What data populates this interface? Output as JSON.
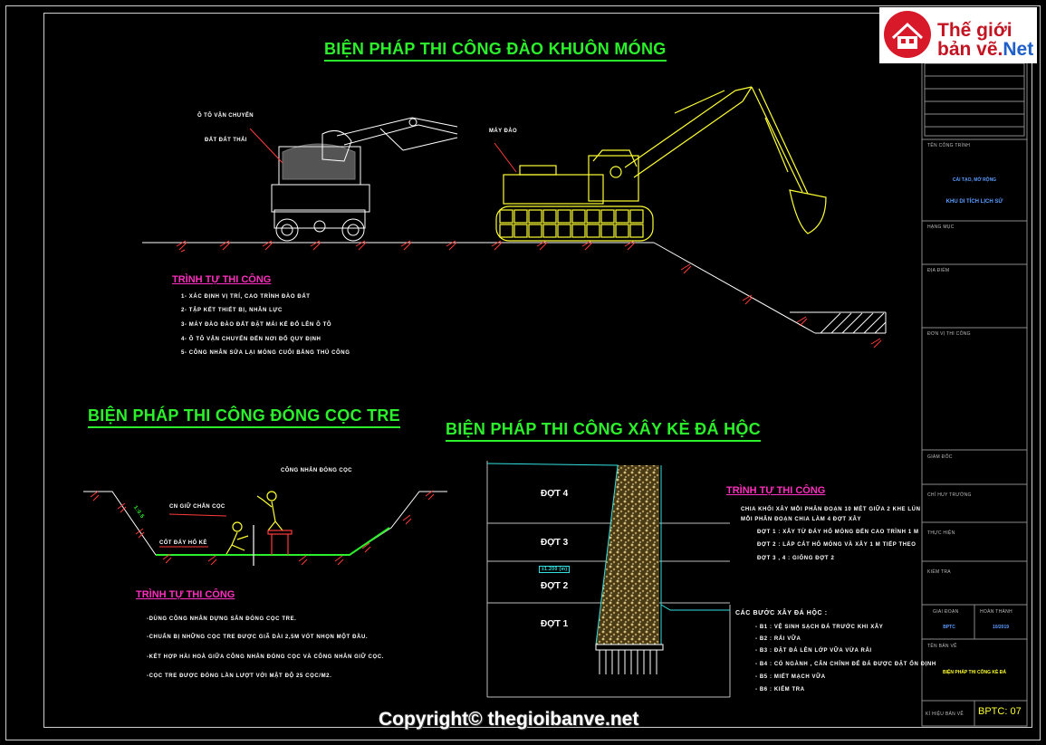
{
  "logo": {
    "line1": "Thế giới",
    "line2a": "bản vẽ.",
    "line2b": "Net"
  },
  "sections": {
    "excavation": {
      "title": "BIỆN PHÁP THI CÔNG ĐÀO KHUÔN MÓNG",
      "label_truck_1": "Ô TÔ VẬN CHUYỂN",
      "label_truck_2": "ĐẤT ĐẤT THẢI",
      "label_excavator": "MÁY ĐÀO",
      "sequence_heading": "TRÌNH TỰ THI CÔNG",
      "steps": [
        "1- XÁC ĐỊNH VỊ TRÍ, CAO TRÌNH ĐÀO ĐẤT",
        "2- TẬP KẾT THIẾT BỊ, NHÂN LỰC",
        "3- MÁY ĐÀO ĐÀO ĐẤT ĐẶT MÁI KẾ ĐỔ LÊN Ô TÔ",
        "4- Ô TÔ VẬN CHUYỂN ĐẾN NƠI ĐỔ QUY ĐỊNH",
        "5- CÔNG NHÂN SỬA LẠI MÓNG CUỐI BẰNG THỦ CÔNG"
      ]
    },
    "bamboo_piles": {
      "title": "BIỆN PHÁP THI CÔNG ĐÓNG CỌC TRE",
      "label_worker_1": "CÔNG NHÂN ĐÓNG CỌC",
      "label_worker_2": "CN GIỮ CHẮN CỌC",
      "label_level": "CỐT ĐÁY HỐ KÈ",
      "label_slope": "1:0.5",
      "sequence_heading": "TRÌNH TỰ THI CÔNG",
      "steps": [
        "-DÙNG CÔNG NHÂN DỰNG SẴN ĐÓNG CỌC TRE.",
        "-CHUẨN BỊ NHỮNG CỌC TRE ĐƯỢC GIÃ DÀI 2,5M VÓT NHỌN MỘT ĐẦU.",
        "-KẾT HỢP HÀI HOÀ GIỮA CÔNG NHÂN ĐÓNG CỌC VÀ CÔNG NHÂN GIỮ CỌC.",
        "-CỌC TRE ĐƯỢC ĐÓNG LẦN LƯỢT VỚI MẬT ĐỘ 25 CỌC/M2."
      ]
    },
    "stone_wall": {
      "title": "BIỆN PHÁP THI CÔNG XÂY KÈ ĐÁ HỘC",
      "layers": [
        "ĐỢT 4",
        "ĐỢT 3",
        "ĐỢT 2",
        "ĐỢT 1"
      ],
      "level_tag": "±1.200 (m)",
      "sequence_heading": "TRÌNH TỰ THI CÔNG",
      "intro": [
        "CHIA KHỐI XÂY MỖI PHÂN ĐOẠN 10 MÉT GIỮA 2 KHE LÚN",
        "MỖI PHÂN ĐOẠN CHIA LÀM 4 ĐỢT XÂY"
      ],
      "phases": [
        "ĐỢT 1 : XÂY TỪ ĐÁY HỐ MÓNG ĐẾN CAO TRÌNH 1 M",
        "ĐỢT 2 : LẤP CÁT HỐ MÓNG VÀ XÂY 1 M TIẾP THEO",
        "ĐỢT 3 , 4 : GIỐNG ĐỢT 2"
      ],
      "steps_heading": "CÁC BƯỚC XÂY ĐÁ HỘC :",
      "steps": [
        "- B1 : VỆ SINH SẠCH ĐÁ TRƯỚC KHI XÂY",
        "- B2 : RẢI VỮA",
        "- B3 : ĐẶT ĐÁ LÊN LỚP VỮA VỪA RẢI",
        "- B4 : CÓ NGÀNH , CÂN CHỈNH ĐỂ ĐÁ ĐƯỢC ĐẶT ỔN ĐỊNH",
        "- B5 : MIẾT MẠCH VỮA",
        "- B6 : KIỂM TRA"
      ]
    }
  },
  "title_block": {
    "project_label": "TÊN CÔNG TRÌNH",
    "project_value_1": "CẢI TẠO, MỞ RỘNG",
    "project_value_2": "KHU DI TÍCH LỊCH SỬ",
    "item_label": "HẠNG MỤC",
    "location_label": "ĐỊA ĐIỂM",
    "unit_label": "ĐƠN VỊ THI CÔNG",
    "rows": [
      "GIÁM ĐỐC",
      "CHỈ HUY TRƯỞNG",
      "THỰC HIỆN",
      "KIỂM TRA"
    ],
    "phase_label": "GIAI ĐOẠN",
    "done_label": "HOÀN THÀNH",
    "phase_value": "BPTC",
    "date_value": "10/2019",
    "drawing_name_label": "TÊN BẢN VẼ",
    "drawing_name_value": "BIỆN PHÁP THI CÔNG KÈ ĐÁ",
    "drawing_no_label": "KÍ HIỆU BẢN VẼ",
    "drawing_no_value": "BPTC: 07"
  },
  "copyright": "Copyright© thegioibanve.net",
  "colors": {
    "title": "#2bf02b",
    "heading": "#ff2fbf",
    "machine": "#ffff33",
    "wall_line": "#33e0e0",
    "hatch": "#ff3b3b"
  }
}
